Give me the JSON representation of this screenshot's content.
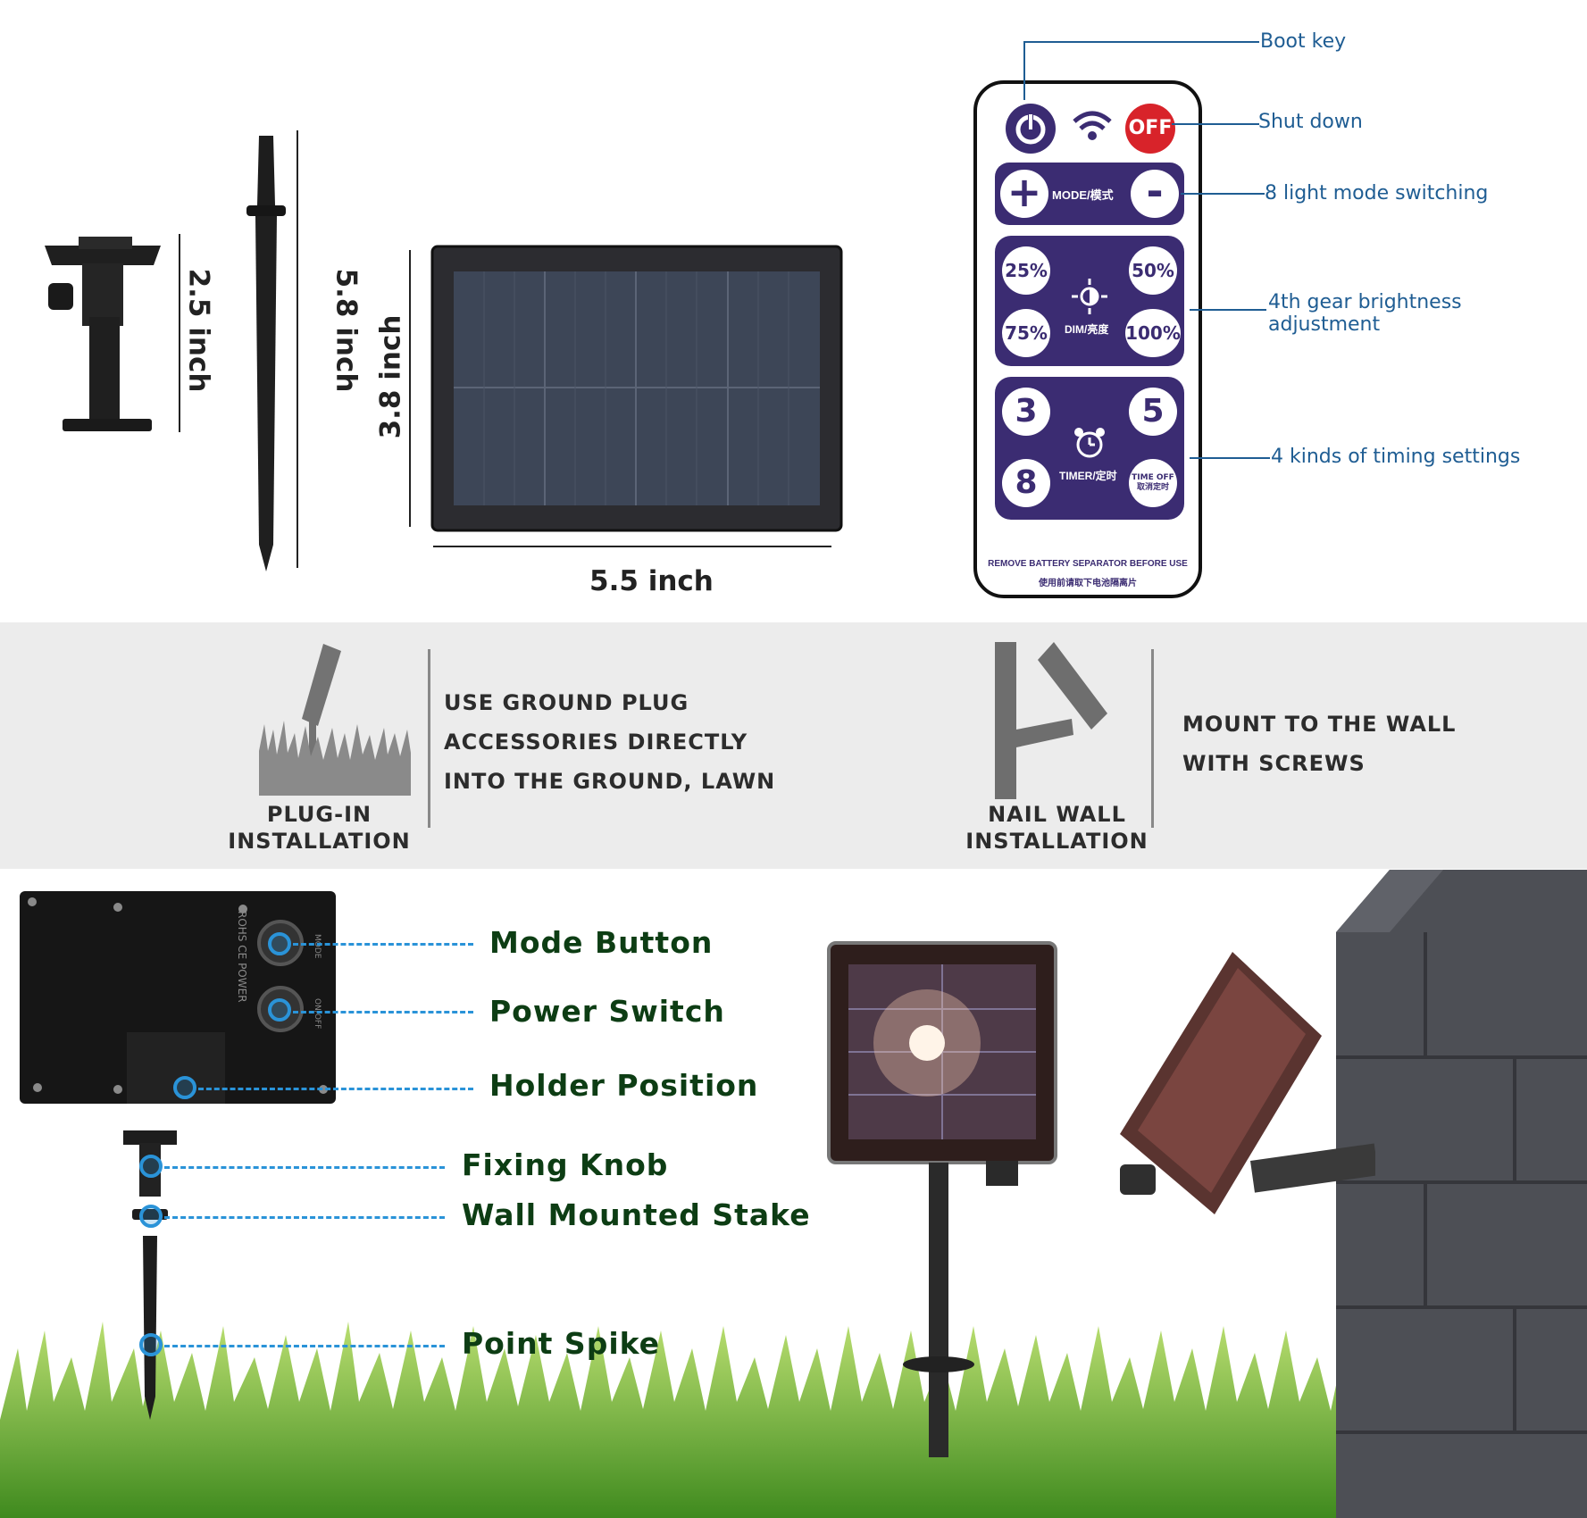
{
  "dimensions": {
    "holder_height": "2.5 inch",
    "spike_height": "5.8 inch",
    "panel_height": "3.8 inch",
    "panel_width": "5.5 inch"
  },
  "remote": {
    "power_icon": "power-icon",
    "signal_icon": "wifi-signal-icon",
    "off_label": "OFF",
    "plus": "+",
    "minus": "-",
    "mode_label": "MODE/模式",
    "dim_label": "DIM/亮度",
    "brightness": [
      "25%",
      "50%",
      "75%",
      "100%"
    ],
    "timers": [
      "3",
      "5",
      "8"
    ],
    "timer_label": "TIMER/定时",
    "timeoff_line1": "TIME OFF",
    "timeoff_line2": "取消定时",
    "notice_en": "REMOVE BATTERY SEPARATOR BEFORE USE",
    "notice_cn": "使用前请取下电池隔离片"
  },
  "remote_callouts": {
    "boot_key": "Boot key",
    "shut_down": "Shut down",
    "mode_switching": "8 light mode switching",
    "brightness_line1": "4th gear brightness",
    "brightness_line2": "adjustment",
    "timing": "4 kinds of timing settings"
  },
  "installation": {
    "plug_caption_1": "PLUG-IN",
    "plug_caption_2": "INSTALLATION",
    "plug_desc": [
      "USE GROUND PLUG",
      "ACCESSORIES DIRECTLY",
      "INTO THE GROUND, LAWN"
    ],
    "wall_caption_1": "NAIL WALL",
    "wall_caption_2": "INSTALLATION",
    "wall_desc": [
      "MOUNT TO THE WALL",
      "WITH SCREWS"
    ]
  },
  "panel_back_markings": {
    "rohs": "ROHS",
    "ce": "CE",
    "power": "POWER",
    "mode_small": "MODE",
    "onoff_small": "ON/OFF"
  },
  "parts": {
    "mode_button": "Mode Button",
    "power_switch": "Power Switch",
    "holder_position": "Holder Position",
    "fixing_knob": "Fixing Knob",
    "wall_stake": "Wall Mounted Stake",
    "point_spike": "Point Spike"
  },
  "colors": {
    "remote_purple": "#3b2c72",
    "off_red": "#d8232a",
    "callout_blue": "#1f5d93",
    "dash_blue": "#2a93d8",
    "part_text_green": "#0d3d14",
    "band_gray": "#ececec"
  }
}
